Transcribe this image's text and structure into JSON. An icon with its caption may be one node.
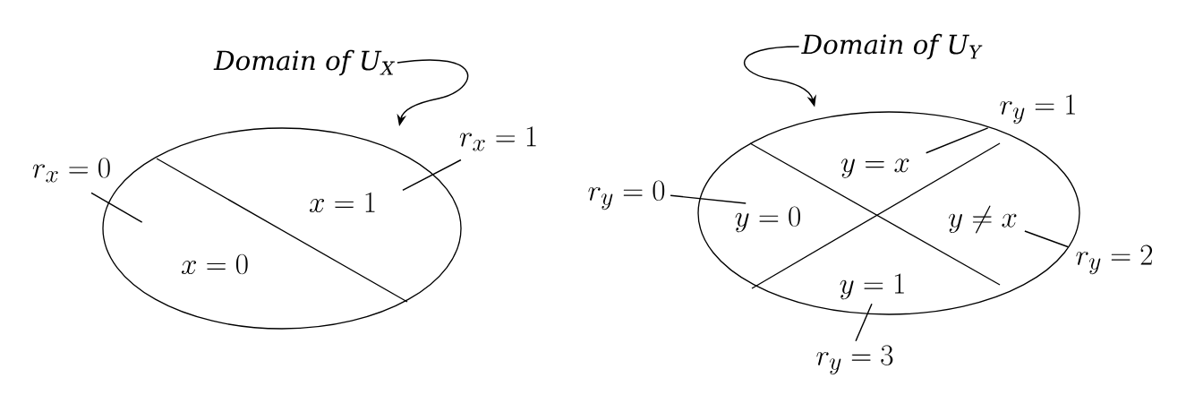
{
  "diagram": {
    "nodes": [
      {
        "text": [],
        "shape": "ellipse"
      },
      {
        "text": [
          "x = 0"
        ],
        "in": 0
      },
      {
        "text": [
          "x = 1"
        ],
        "in": 0
      },
      {
        "text": [
          "r_x = 0"
        ]
      },
      {
        "text": [
          "r_x = 1"
        ]
      },
      {
        "text": [
          "Domain of U$_{X}$"
        ]
      },
      {
        "text": [],
        "shape": "ellipse"
      },
      {
        "text": [
          "y = x"
        ],
        "in": 6
      },
      {
        "text": [
          "y = 0"
        ],
        "in": 6
      },
      {
        "text": [
          "y \\neq x"
        ],
        "in": 6
      },
      {
        "text": [
          "y = 1"
        ],
        "in": 6
      },
      {
        "text": [
          "r_y = 1"
        ]
      },
      {
        "text": [
          "r_y = 0"
        ]
      },
      {
        "text": [
          "r_y = 2"
        ]
      },
      {
        "text": [
          "r_y = 3"
        ]
      },
      {
        "text": [
          "Domain of U$_{Y}$"
        ]
      }
    ],
    "edges": [
      {
        "from": 5,
        "to": 0,
        "arrow": "to"
      },
      {
        "from": 3,
        "to": 1,
        "arrow": "none"
      },
      {
        "from": 4,
        "to": 2,
        "arrow": "none"
      },
      {
        "from": 15,
        "to": 6,
        "arrow": "to"
      },
      {
        "from": 11,
        "to": 7,
        "arrow": "none"
      },
      {
        "from": 12,
        "to": 8,
        "arrow": "none"
      },
      {
        "from": 13,
        "to": 9,
        "arrow": "none"
      },
      {
        "from": 14,
        "to": 10,
        "arrow": "none"
      }
    ]
  }
}
